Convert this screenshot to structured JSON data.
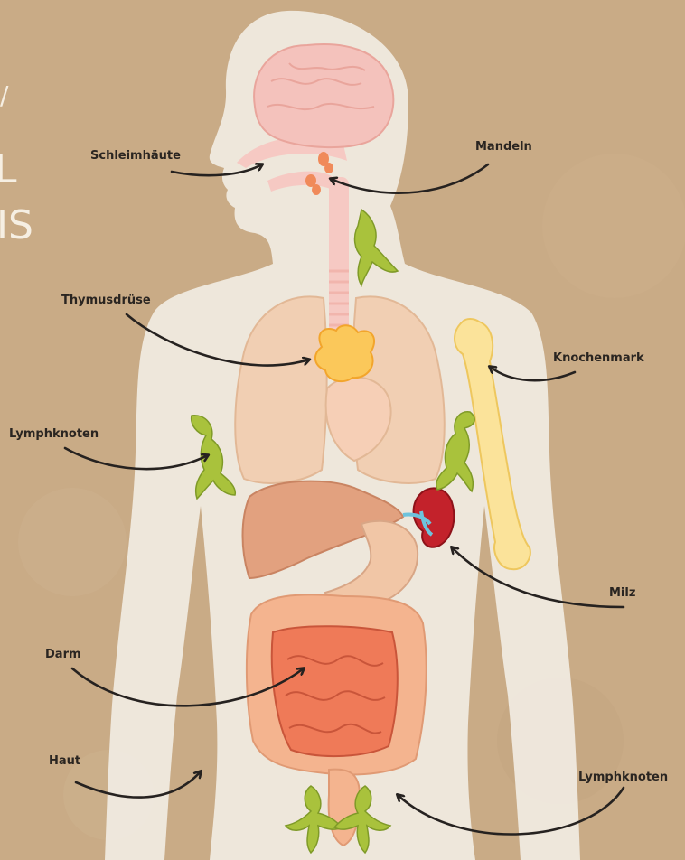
{
  "title_fragments": {
    "line1": "/",
    "line2": "L",
    "line3": "IS"
  },
  "labels": {
    "schleimhaeute": "Schleimhäute",
    "mandeln": "Mandeln",
    "thymusdruese": "Thymusdrüse",
    "knochenmark": "Knochenmark",
    "lymphknoten_left": "Lymphknoten",
    "milz": "Milz",
    "darm": "Darm",
    "haut": "Haut",
    "lymphknoten_right": "Lymphknoten"
  },
  "colors": {
    "background": "#c9ab86",
    "body_silhouette": "#f1ebe3",
    "arrow": "#262220",
    "brain": "#f4c2bc",
    "lungs": "#f1cfb3",
    "thymus": "#fbc85a",
    "liver": "#e2a17f",
    "intestine": "#ef7a58",
    "colon": "#f4b48f",
    "spleen": "#c3222b",
    "bone": "#fbe39a",
    "lymph": "#a9c23c",
    "vessel_blue": "#6ec3dc"
  }
}
